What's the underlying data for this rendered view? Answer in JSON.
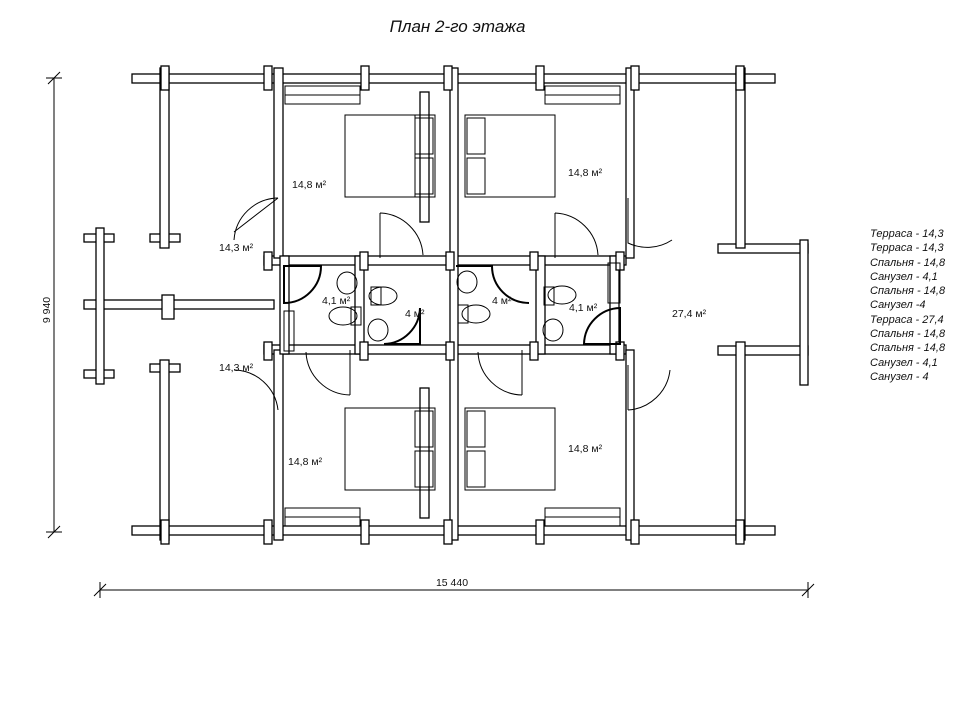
{
  "title": "План 2-го этажа",
  "dimensions": {
    "width": "15 440",
    "height": "9 940"
  },
  "rooms": {
    "terrace_tl": "14,3 м²",
    "terrace_bl": "14,3 м²",
    "bedroom_tl": "14,8 м²",
    "bedroom_tr": "14,8 м²",
    "bedroom_bl": "14,8 м²",
    "bedroom_br": "14,8 м²",
    "bath_1": "4,1 м²",
    "bath_2": "4 м²",
    "bath_3": "4 м²",
    "bath_4": "4,1 м²",
    "terrace_r": "27,4 м²"
  },
  "legend": [
    "Терраса - 14,3",
    "Терраса - 14,3",
    "Спальня - 14,8",
    "Санузел - 4,1",
    "Спальня - 14,8",
    "Санузел -4",
    "Терраса - 27,4",
    "Спальня - 14,8",
    "Спальня - 14,8",
    "Санузел - 4,1",
    "Санузел - 4"
  ]
}
